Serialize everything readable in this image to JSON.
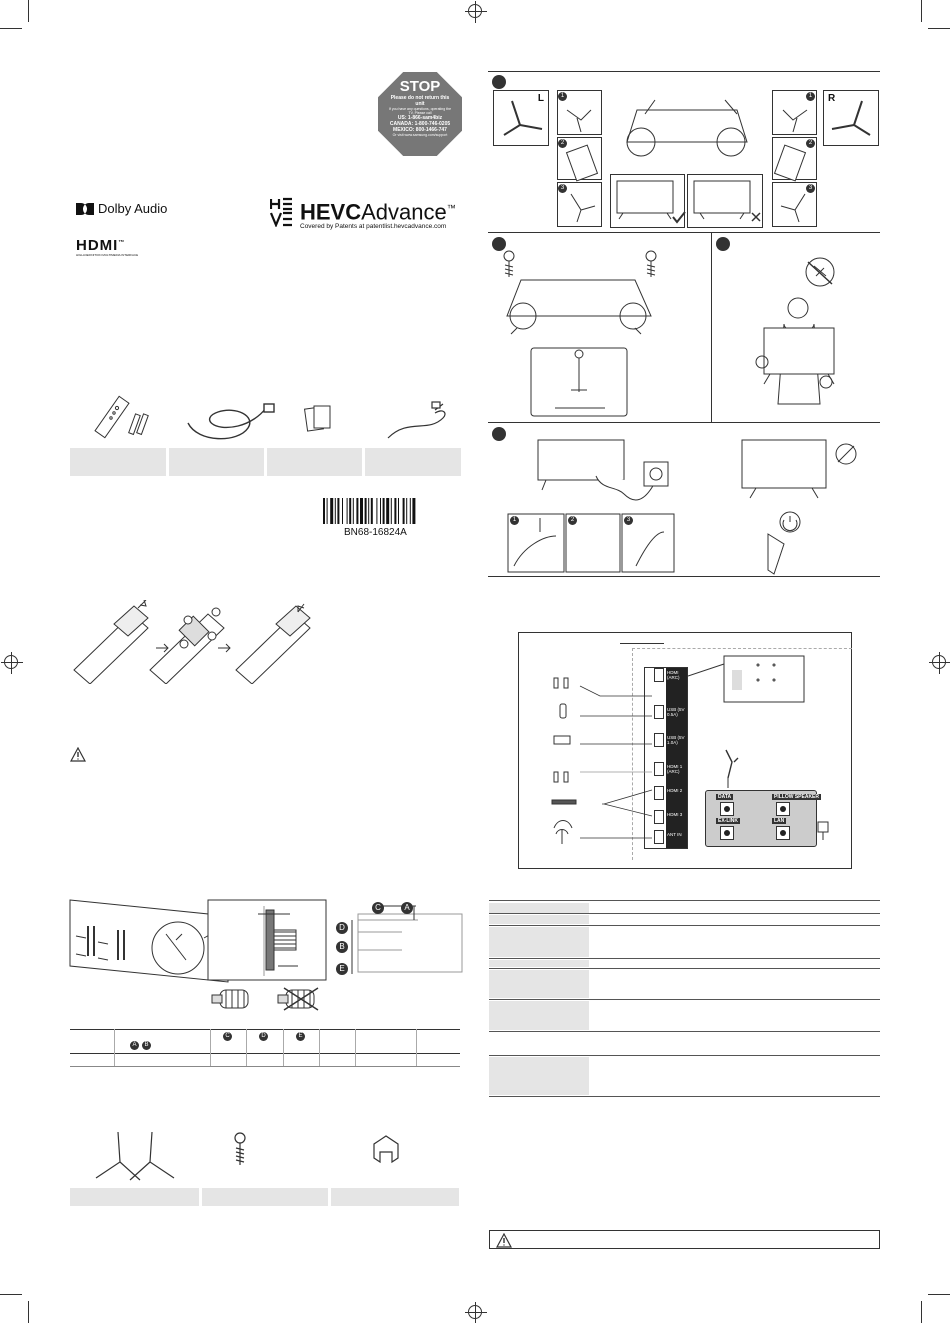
{
  "stop_sign": {
    "title": "STOP",
    "subtitle": "Please do not return this unit",
    "fine": "If you have any questions, operating the TV, Please call",
    "us": "US: 1-866-sam4biz",
    "canada": "CANADA: 1-800-746-0205",
    "mexico": "MEXICO: 800-1466-747",
    "web": "Or visit www.samsung.com/support"
  },
  "logos": {
    "dolby": "Dolby Audio",
    "hevc_prefix": "HEVC",
    "hevc_suffix": "Advance",
    "hevc_tm": "™",
    "hevc_note": "Covered by Patents at patentlist.hevcadvance.com",
    "hdmi": "HDMI",
    "hdmi_tm": "™",
    "hdmi_sub": "HIGH-DEFINITION MULTIMEDIA INTERFACE"
  },
  "barcode_text": "BN68-16824A",
  "stand_sides": {
    "left": "L",
    "right": "R"
  },
  "step_numbers": [
    "1",
    "2",
    "3"
  ],
  "connection_panel": {
    "top_ports": [
      "HDMI (ARC)",
      "USB (5V 0.5A)",
      "USB (5V 1.0A)",
      "HDMI 1 (ARC)",
      "HDMI 2",
      "HDMI 3",
      "ANT IN"
    ],
    "bottom_ports": [
      "DATA",
      "EX-LINK",
      "PILLOW SPEAKER",
      "LAN"
    ]
  },
  "dimension_letters": [
    "C",
    "A",
    "D",
    "B",
    "E"
  ],
  "table_header_letters": [
    "A",
    "B",
    "C",
    "D",
    "E"
  ],
  "colors": {
    "ink": "#333333",
    "grey_cell": "#e5e5e5",
    "stop": "#777777"
  }
}
